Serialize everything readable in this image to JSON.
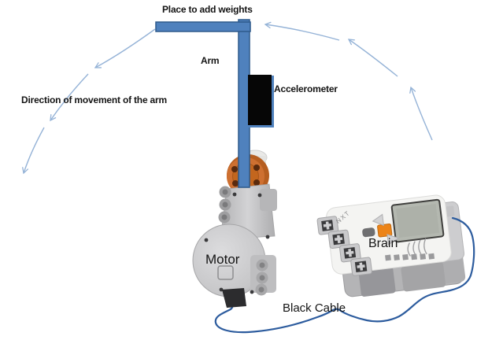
{
  "diagram": {
    "labels": {
      "place_weights": "Place to add weights",
      "arm": "Arm",
      "accelerometer": "Accelerometer",
      "direction": "Direction of movement of the arm",
      "motor": "Motor",
      "brain": "Brain",
      "cable": "Black Cable",
      "brick_logo": "NXT"
    },
    "colors": {
      "background": "#ffffff",
      "arm_fill": "#4f81bd",
      "arm_border": "#2e5a8c",
      "arrow_blue": "#95b3d7",
      "cable_blue": "#2d5c9e",
      "accelerometer_black": "#060606",
      "motor_hub_orange": "#ce7031",
      "motor_body_gray": "#c6c6c8",
      "brick_white": "#f4f4f2",
      "brick_screen": "#b4b8b0",
      "brick_button_orange": "#ec8419",
      "label_text": "#141414"
    },
    "movement_arrows": {
      "left_segments": 3,
      "right_segments": 3,
      "direction": "counterclockwise"
    }
  }
}
